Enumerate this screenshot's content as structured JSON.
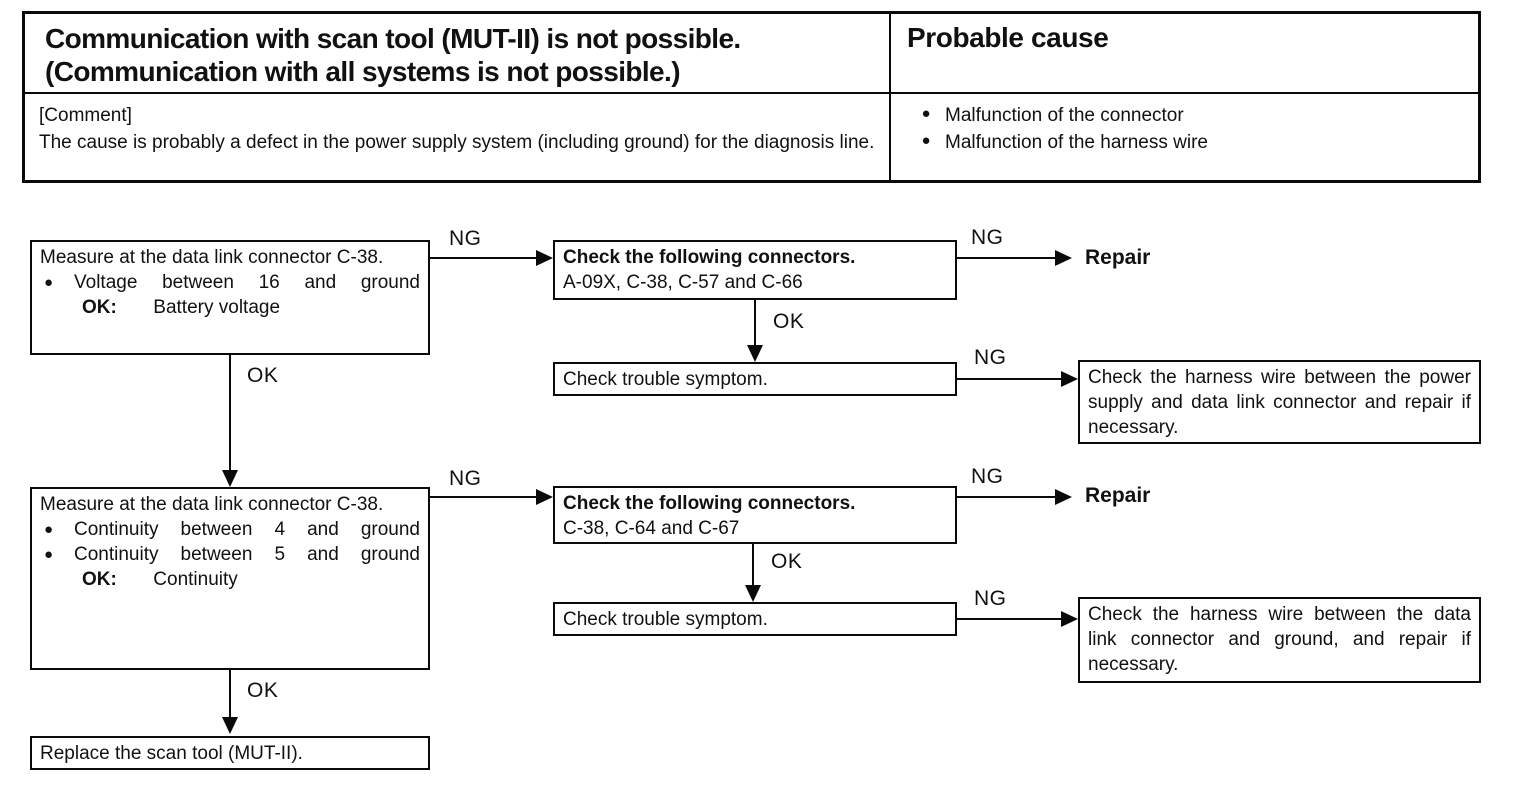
{
  "header_table": {
    "problem": {
      "line1": "Communication with scan tool (MUT-II) is not possible.",
      "line2": "(Communication with all systems is not possible.)"
    },
    "probable_cause_title": "Probable cause",
    "comment_label": "[Comment]",
    "comment_text": "The cause is probably a defect in the power supply system (including ground) for the diagnosis line.",
    "causes": [
      "Malfunction of the connector",
      "Malfunction of the harness wire"
    ]
  },
  "glyphs": {
    "bullet": "●"
  },
  "labels": {
    "ng": "NG",
    "ok": "OK",
    "repair": "Repair"
  },
  "flowchart": {
    "measure_voltage": {
      "intro": "Measure at the data link connector C-38.",
      "bullet": "Voltage between 16 and ground",
      "ok_label": "OK:",
      "ok_value": "Battery voltage"
    },
    "check_connectors_1": {
      "title": "Check the following connectors.",
      "connectors": "A-09X, C-38, C-57 and C-66"
    },
    "check_symptom_1": "Check trouble symptom.",
    "harness_power": "Check the harness wire between the power supply and data link connector and repair if necessary.",
    "measure_continuity": {
      "intro": "Measure at the data link connector C-38.",
      "bullet1": "Continuity between 4 and ground",
      "bullet2": "Continuity between 5 and ground",
      "ok_label": "OK:",
      "ok_value": "Continuity"
    },
    "check_connectors_2": {
      "title": "Check the following connectors.",
      "connectors": "C-38, C-64 and C-67"
    },
    "check_symptom_2": "Check trouble symptom.",
    "harness_ground": "Check the harness wire between the data link connector and ground, and repair if necessary.",
    "replace_tool": "Replace the scan tool (MUT-II)."
  }
}
